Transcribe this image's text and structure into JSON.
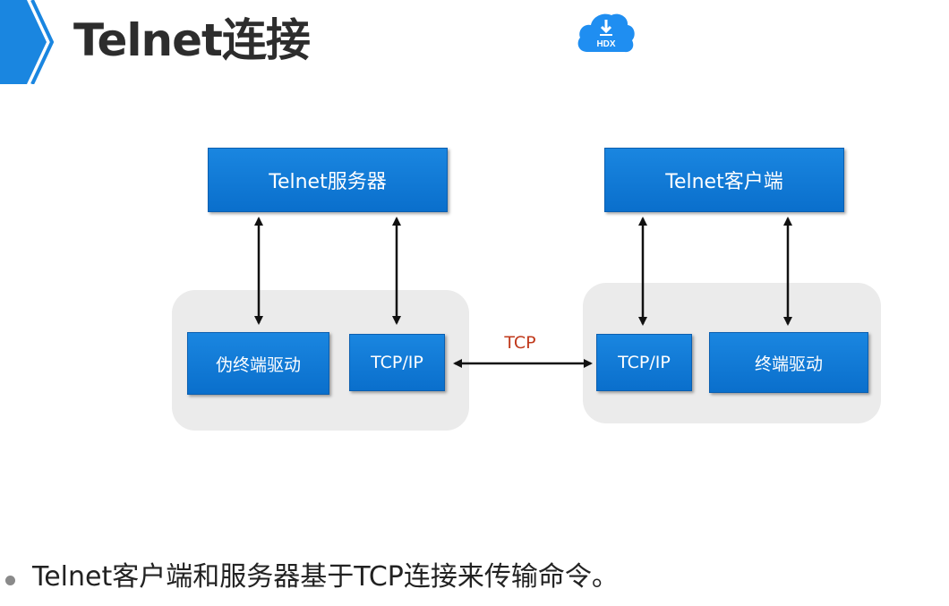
{
  "title": "Telnet连接",
  "logo": {
    "text": "HDX",
    "icon": "cloud-download-icon",
    "color": "#1f8ef1"
  },
  "colors": {
    "accent": "#1a86e0",
    "node": "#0a73d1",
    "group_bg": "#ebebeb",
    "tcp_label": "#c0391b"
  },
  "diagram": {
    "server_app": "Telnet服务器",
    "client_app": "Telnet客户端",
    "server_pty_driver": "伪终端驱动",
    "server_tcpip": "TCP/IP",
    "client_tcpip": "TCP/IP",
    "client_terminal_driver": "终端驱动",
    "link_label": "TCP"
  },
  "bullets": [
    "Telnet客户端和服务器基于TCP连接来传输命令。"
  ]
}
